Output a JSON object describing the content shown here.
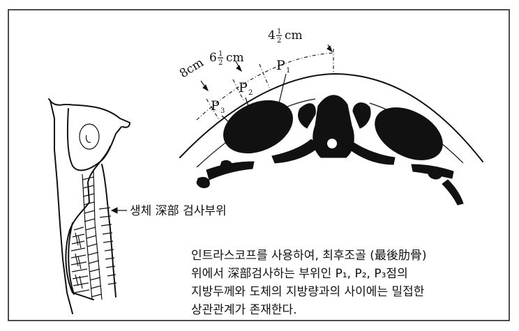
{
  "measurements": {
    "m1": "8cm",
    "m2_whole": "6",
    "m2_unit": "cm",
    "m3_whole": "4",
    "m3_unit": "cm",
    "half_num": "1",
    "half_den": "2"
  },
  "points": {
    "p1": "P",
    "p1_sub": "1",
    "p2": "P",
    "p2_sub": "2",
    "p3": "P",
    "p3_sub": "3"
  },
  "side_label": "생체 深部 검사부위",
  "caption": {
    "line1": "인트라스코프를 사용하여, 최후조골 (最後肋骨)",
    "line2": "위에서 深部검사하는 부위인 P₁, P₂, P₃점의",
    "line3": "지방두께와 도체의 지방량과의 사이에는 밀접한",
    "line4": "상관관계가 존재한다."
  }
}
